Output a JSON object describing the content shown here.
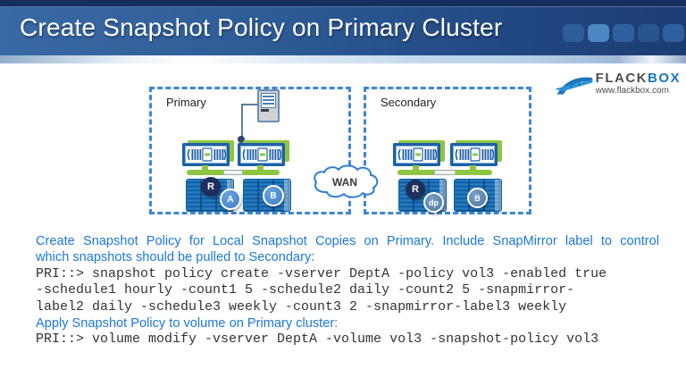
{
  "header": {
    "title": "Create Snapshot Policy on Primary Cluster"
  },
  "logo": {
    "brand": "FLACK",
    "brand_accent": "BOX",
    "website": "www.flackbox.com"
  },
  "diagram": {
    "primary_label": "Primary",
    "secondary_label": "Secondary",
    "wan_label": "WAN",
    "primary_badges": {
      "root": "R",
      "vol_a": "A",
      "vol_b": "B"
    },
    "secondary_badges": {
      "root": "R",
      "vol_dp": "dp",
      "vol_b": "B"
    }
  },
  "body": {
    "heading1_line1": "Create Snapshot Policy for Local Snapshot Copies on Primary. Include SnapMirror label to control",
    "heading1_line2": "which snapshots should be pulled to Secondary:",
    "command1_lines": [
      "PRI::> snapshot policy create -vserver DeptA -policy vol3 -enabled true",
      "-schedule1 hourly -count1 5 -schedule2 daily -count2 5 -snapmirror-",
      "label2 daily -schedule3 weekly -count3 2 -snapmirror-label3 weekly"
    ],
    "heading2": "Apply Snapshot Policy to volume on Primary cluster:",
    "command2": "PRI::> volume modify -vserver DeptA -volume vol3 -snapshot-policy vol3"
  },
  "colors": {
    "header_gradient_left": "#2d5b96",
    "header_gradient_right": "#1c3c72",
    "header_top_strip": "#152e5c",
    "deco_squares": [
      "#2e5d9a",
      "#4e86c4",
      "#305f9e",
      "#2a548f",
      "#305f9e"
    ],
    "dashed_box_border": "#3b86d8",
    "body_heading_blue": "#1c78d9",
    "command_text": "#333333",
    "controller_blue": "#1d5fa8",
    "controller_green": "#8dc63f",
    "shelf_blue": "#1a74bb",
    "badge_navy": "#1e2f5c",
    "badge_blue": "#3c7ec9",
    "logo_gray": "#4d4d4f",
    "logo_blue": "#1b75bc"
  }
}
